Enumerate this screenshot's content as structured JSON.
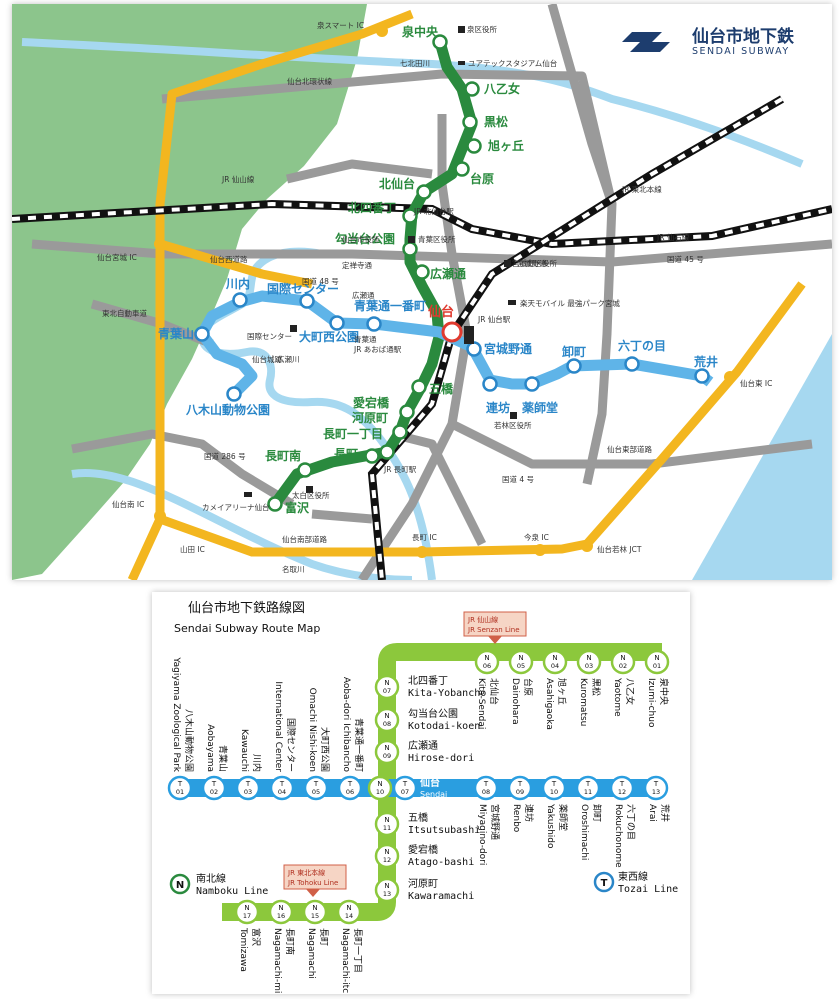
{
  "brand": {
    "jp": "仙台市地下鉄",
    "en": "SENDAI SUBWAY"
  },
  "colors": {
    "namboku": "#2a8a3e",
    "tozai": "#2a86c8",
    "tozai_light": "#5fb4e8",
    "expressway": "#f3b61f",
    "road": "#9a9a9a",
    "land": "#8cc58c",
    "water": "#a6d8f0",
    "jr": "#111111",
    "sendai_marker": "#e03a2f",
    "route_green": "#8cc83c",
    "route_blue": "#2a9ee0"
  },
  "geo_map": {
    "namboku_stations": [
      "泉中央",
      "八乙女",
      "黒松",
      "旭ヶ丘",
      "台原",
      "北仙台",
      "北四番丁",
      "勾当台公園",
      "広瀬通",
      "五橋",
      "愛宕橋",
      "河原町",
      "長町一丁目",
      "長町",
      "長町南",
      "富沢"
    ],
    "tozai_stations": [
      "八木山動物公園",
      "青葉山",
      "川内",
      "国際センター",
      "大町西公園",
      "青葉通一番町",
      "宮城野通",
      "連坊",
      "薬師堂",
      "卸町",
      "六丁の目",
      "荒井"
    ],
    "transfer_station": "仙台",
    "expressway_labels": [
      "泉スマート IC",
      "仙台宮城 IC",
      "仙台南 IC",
      "山田 IC",
      "長町 IC",
      "今泉 IC",
      "仙台若林 JCT",
      "仙台東 IC"
    ],
    "road_labels": [
      "七北田川",
      "仙台北環状線",
      "JR 仙山線",
      "JR 東北本線",
      "JR 仙石線",
      "JR 北仙台駅",
      "国道 45 号",
      "国道 48 号",
      "広瀬通",
      "青葉通",
      "東北自動車道",
      "仙台西道路",
      "国道 286 号",
      "広瀬川",
      "JR あおば通駅",
      "JR 仙台駅",
      "JR 長町駅",
      "国道 4 号",
      "仙台東部道路",
      "仙台南部道路",
      "名取川",
      "定禅寺通",
      "宮城野通"
    ],
    "landmarks": [
      "泉区役所",
      "ユアテックスタジアム仙台",
      "仙台市役所",
      "青葉区役所",
      "宮城野区役所",
      "楽天モバイル 最強パーク宮城",
      "国際センター",
      "仙台城跡",
      "若林区役所",
      "太白区役所",
      "カメイアリーナ仙台"
    ]
  },
  "route_map": {
    "title_jp": "仙台市地下鉄路線図",
    "title_en": "Sendai Subway Route Map",
    "jr_senzan": {
      "jp": "JR 仙山線",
      "en": "JR Senzan Line"
    },
    "jr_tohoku": {
      "jp": "JR 東北本線",
      "en": "JR Tohoku Line"
    },
    "legend_n": {
      "mark": "N",
      "jp": "南北線",
      "en": "Namboku Line"
    },
    "legend_t": {
      "mark": "T",
      "jp": "東西線",
      "en": "Tozai Line"
    },
    "n_top": [
      {
        "code": "01",
        "jp": "泉中央",
        "en": "Izumi-chuo"
      },
      {
        "code": "02",
        "jp": "八乙女",
        "en": "Yaotome"
      },
      {
        "code": "03",
        "jp": "黒松",
        "en": "Kuromatsu"
      },
      {
        "code": "04",
        "jp": "旭ヶ丘",
        "en": "Asahigaoka"
      },
      {
        "code": "05",
        "jp": "台原",
        "en": "Dainohara"
      },
      {
        "code": "06",
        "jp": "北仙台",
        "en": "Kita-Sendai"
      }
    ],
    "n_mid": [
      {
        "code": "07",
        "jp": "北四番丁",
        "en": "Kita-Yobancho"
      },
      {
        "code": "08",
        "jp": "勾当台公園",
        "en": "Kotodai-koen"
      },
      {
        "code": "09",
        "jp": "広瀬通",
        "en": "Hirose-dori"
      },
      {
        "code": "11",
        "jp": "五橋",
        "en": "Itsutsubashi"
      },
      {
        "code": "12",
        "jp": "愛宕橋",
        "en": "Atago-bashi"
      },
      {
        "code": "13",
        "jp": "河原町",
        "en": "Kawaramachi"
      }
    ],
    "n_bottom": [
      {
        "code": "14",
        "jp": "長町一丁目",
        "en": "Nagamachi-itchome"
      },
      {
        "code": "15",
        "jp": "長町",
        "en": "Nagamachi"
      },
      {
        "code": "16",
        "jp": "長町南",
        "en": "Nagamachi-minami"
      },
      {
        "code": "17",
        "jp": "富沢",
        "en": "Tomizawa"
      }
    ],
    "t_west": [
      {
        "code": "01",
        "jp": "八木山動物公園",
        "en": "Yagiyama Zoological Park"
      },
      {
        "code": "02",
        "jp": "青葉山",
        "en": "Aobayama"
      },
      {
        "code": "03",
        "jp": "川内",
        "en": "Kawauchi"
      },
      {
        "code": "04",
        "jp": "国際センター",
        "en": "International Center"
      },
      {
        "code": "05",
        "jp": "大町西公園",
        "en": "Omachi Nishi-koen"
      },
      {
        "code": "06",
        "jp": "青葉通一番町",
        "en": "Aoba-dori Ichibancho"
      }
    ],
    "sendai": {
      "jp": "仙台",
      "en": "Sendai",
      "n_code": "10",
      "t_code": "07"
    },
    "t_east": [
      {
        "code": "08",
        "jp": "宮城野通",
        "en": "Miyagino-dori"
      },
      {
        "code": "09",
        "jp": "連坊",
        "en": "Renbo"
      },
      {
        "code": "10",
        "jp": "薬師堂",
        "en": "Yakushido"
      },
      {
        "code": "11",
        "jp": "卸町",
        "en": "Oroshimachi"
      },
      {
        "code": "12",
        "jp": "六丁の目",
        "en": "Rokuchonome"
      },
      {
        "code": "13",
        "jp": "荒井",
        "en": "Arai"
      }
    ]
  }
}
